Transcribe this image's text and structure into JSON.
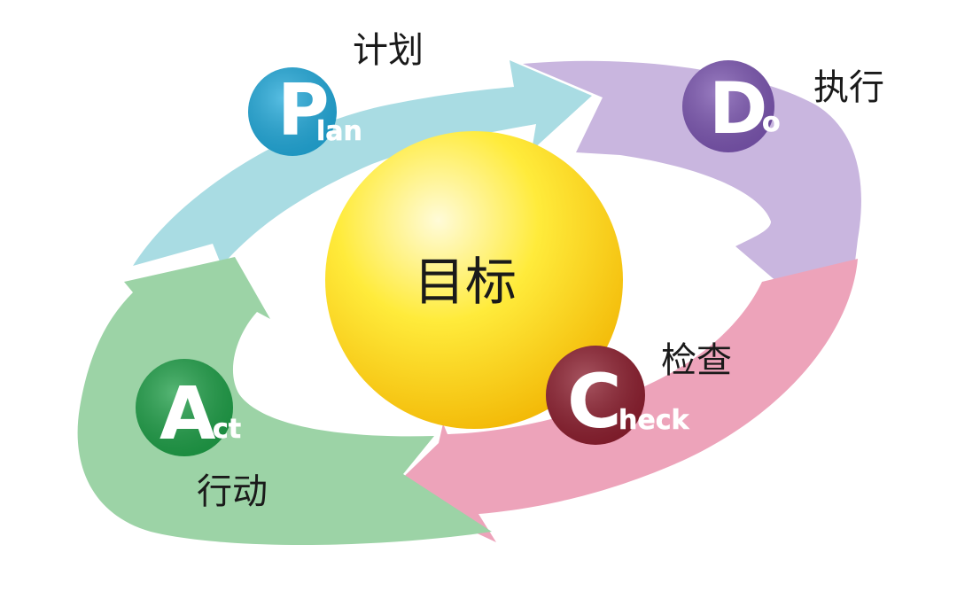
{
  "center": {
    "label": "目标"
  },
  "stages": [
    {
      "key": "plan",
      "initial": "P",
      "rest": "lan",
      "label_cn": "计划",
      "circle_color": "#21A9DA",
      "arrow_color": "#A9DCE3"
    },
    {
      "key": "do",
      "initial": "D",
      "rest": "o",
      "label_cn": "执行",
      "circle_color": "#7B55B0",
      "arrow_color": "#C9B6DF"
    },
    {
      "key": "check",
      "initial": "C",
      "rest": "heck",
      "label_cn": "检查",
      "circle_color": "#8C1E2E",
      "arrow_color": "#EDA3BA"
    },
    {
      "key": "act",
      "initial": "A",
      "rest": "ct",
      "label_cn": "行动",
      "circle_color": "#1E9E47",
      "arrow_color": "#9CD3A6"
    }
  ],
  "colors": {
    "sphere_highlight": "#FFFBD8",
    "sphere_mid": "#FFEB3B",
    "sphere_dark": "#F2B705"
  }
}
